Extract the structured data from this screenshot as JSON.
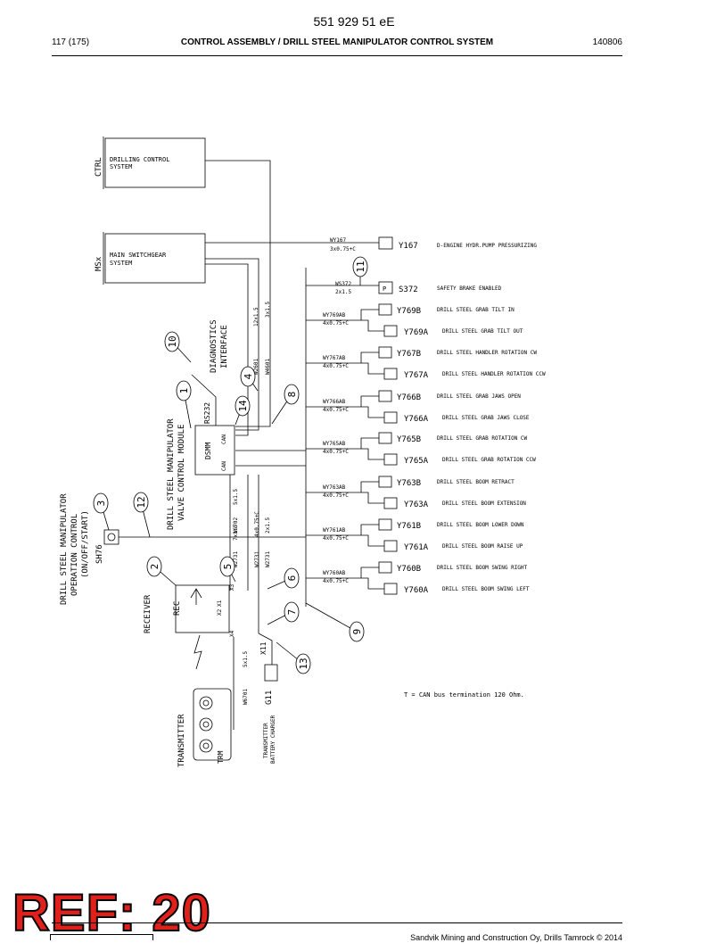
{
  "header": {
    "doc_number": "551 929 51 eE",
    "page": "117 (175)",
    "title": "CONTROL ASSEMBLY / DRILL STEEL MANIPULATOR CONTROL SYSTEM",
    "date": "140806"
  },
  "footer": {
    "copyright": "Sandvik Mining and Construction Oy, Drills Tamrock © 2014",
    "ref_stamp": "REF: 20"
  },
  "diagram": {
    "ctrl": {
      "code": "CTRL",
      "line1": "DRILLING CONTROL",
      "line2": "SYSTEM"
    },
    "msx": {
      "code": "MSx",
      "line1": "MAIN SWITCHGEAR",
      "line2": "SYSTEM"
    },
    "diag": {
      "line1": "DIAGNOSTICS",
      "line2": "INTERFACE"
    },
    "dsmm": {
      "code": "DSMM",
      "line1": "DRILL STEEL MANIPULATOR",
      "line2": "VALVE CONTROL MODULE",
      "rs232": "RS232",
      "can1": "CAN",
      "can2": "CAN"
    },
    "sh76": {
      "code": "SH76",
      "line1": "DRILL STEEL MANIPULATOR",
      "line2": "OPERATION CONTROL",
      "line3": "(ON/OFF/START)"
    },
    "rec": {
      "code": "REC",
      "label": "RECEIVER",
      "x1": "X1",
      "x2": "X2",
      "x3": "X3",
      "x4": "X4"
    },
    "trm": {
      "code": "TRM",
      "label": "TRANSMITTER"
    },
    "g11": {
      "code": "G11",
      "line1": "TRANSMITTER",
      "line2": "BATTERY CHARGER"
    },
    "x11": "X11",
    "cables": {
      "w2601": "W2601",
      "w2601_spec": "12x1.5",
      "w4601": "W4601",
      "w4601_spec": "3x1.5",
      "w6702": "W6702",
      "w6702_spec": "5x1.5",
      "w2731": "W2731",
      "w2731_spec": "7x1.5",
      "w2731b": "W2731",
      "w2731b_spec": "4x0.75+C",
      "w2731c": "W2731",
      "w2731c_spec": "2x1.5",
      "w6701": "W6701",
      "w6701_spec": "5x1.5",
      "wy167": "WY167",
      "wy167_spec": "3x0.75+C",
      "ws372": "WS372",
      "ws372_spec": "2x1.5",
      "wy769": "WY769AB",
      "wy769_spec": "4x0.75+C",
      "wy767": "WY767AB",
      "wy767_spec": "4x0.75+C",
      "wy766": "WY766AB",
      "wy766_spec": "4x0.75+C",
      "wy765": "WY765AB",
      "wy765_spec": "4x0.75+C",
      "wy763": "WY763AB",
      "wy763_spec": "4x0.75+C",
      "wy761": "WY761AB",
      "wy761_spec": "4x0.75+C",
      "wy760": "WY760AB",
      "wy760_spec": "4x0.75+C"
    },
    "callouts": [
      "1",
      "2",
      "3",
      "4",
      "5",
      "6",
      "7",
      "8",
      "9",
      "10",
      "11",
      "12",
      "13",
      "14"
    ],
    "y167": {
      "code": "Y167",
      "desc": "D-ENGINE HYDR.PUMP PRESSURIZING"
    },
    "s372": {
      "code": "S372",
      "desc": "SAFETY BRAKE ENABLED",
      "sym": "P"
    },
    "valves": [
      {
        "code": "Y769B",
        "desc": "DRILL STEEL GRAB TILT IN"
      },
      {
        "code": "Y769A",
        "desc": "DRILL STEEL GRAB TILT OUT"
      },
      {
        "code": "Y767B",
        "desc": "DRILL STEEL HANDLER ROTATION CW"
      },
      {
        "code": "Y767A",
        "desc": "DRILL STEEL HANDLER ROTATION CCW"
      },
      {
        "code": "Y766B",
        "desc": "DRILL STEEL GRAB JAWS OPEN"
      },
      {
        "code": "Y766A",
        "desc": "DRILL STEEL GRAB JAWS CLOSE"
      },
      {
        "code": "Y765B",
        "desc": "DRILL STEEL GRAB ROTATION CW"
      },
      {
        "code": "Y765A",
        "desc": "DRILL STEEL GRAB ROTATION CCW"
      },
      {
        "code": "Y763B",
        "desc": "DRILL STEEL BOOM RETRACT"
      },
      {
        "code": "Y763A",
        "desc": "DRILL STEEL BOOM EXTENSION"
      },
      {
        "code": "Y761B",
        "desc": "DRILL STEEL BOOM LOWER DOWN"
      },
      {
        "code": "Y761A",
        "desc": "DRILL STEEL BOOM RAISE UP"
      },
      {
        "code": "Y760B",
        "desc": "DRILL STEEL BOOM SWING RIGHT"
      },
      {
        "code": "Y760A",
        "desc": "DRILL STEEL BOOM SWING LEFT"
      }
    ],
    "note": "T = CAN bus termination 120 Ohm."
  }
}
